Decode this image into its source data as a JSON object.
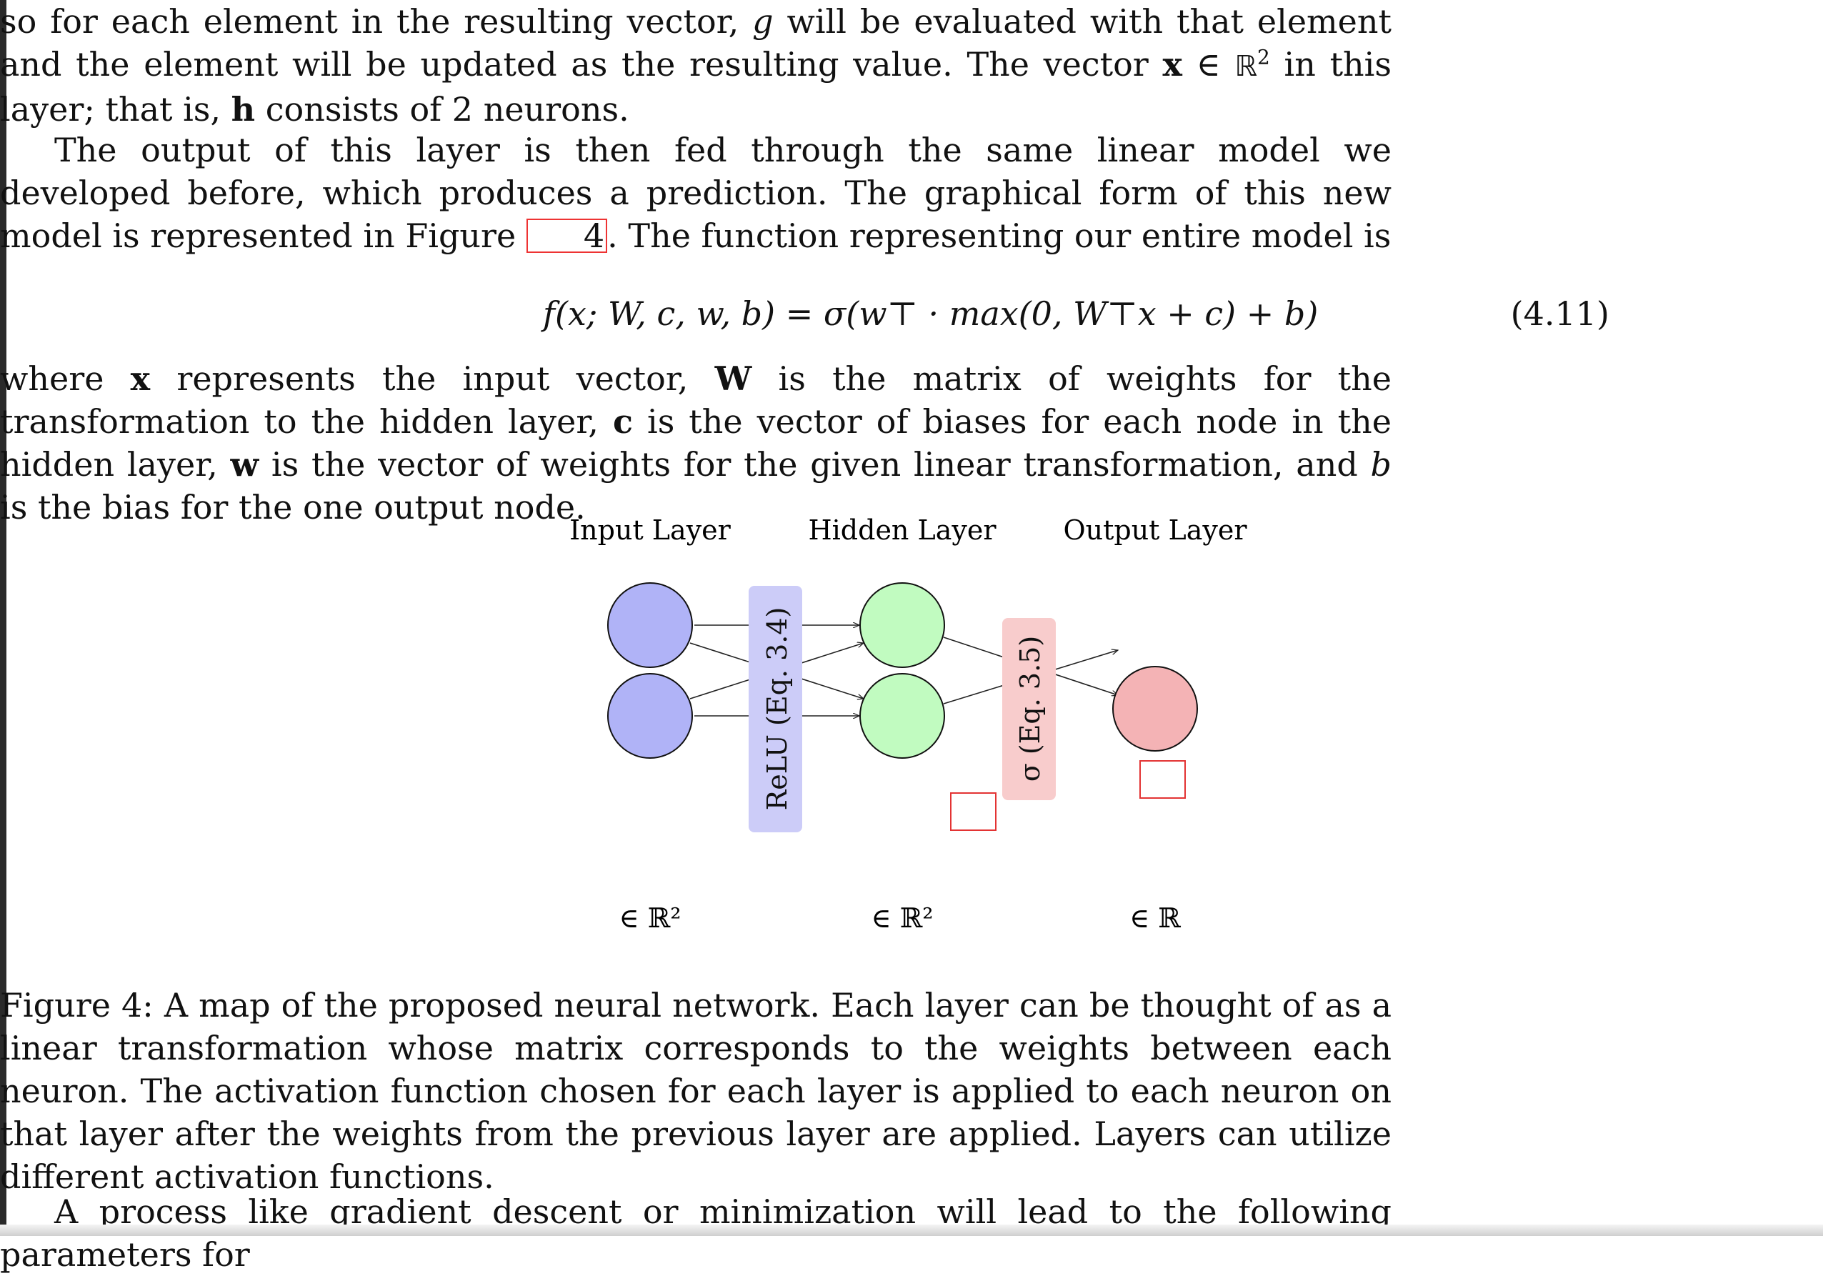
{
  "paragraph1": {
    "t1": "so for each element in the resulting vector, ",
    "g": "g",
    "t2": " will be evaluated with that element and the element will be updated as the resulting value. The vector ",
    "x": "x",
    "t3": " ∈ ",
    "R": "ℝ",
    "sup": "2",
    "t4": " in this layer; that is, ",
    "h": "h",
    "t5": " consists of 2 neurons."
  },
  "paragraph2": {
    "t1": "The output of this layer is then fed through the same linear model we developed before, which produces a prediction. The graphical form of this new model is represented in Figure ",
    "ref": "4",
    "t2": ". The function representing our entire model is"
  },
  "equation": {
    "expression": "f(x; W, c, w, b) = σ(w⊤ · max(0, W⊤x + c) + b)",
    "number": "(4.11)"
  },
  "paragraph3": {
    "t1": "where ",
    "x": "x",
    "t2": " represents the input vector, ",
    "W": "W",
    "t3": " is the matrix of weights for the transformation to the hidden layer, ",
    "c": "c",
    "t4": " is the vector of biases for each node in the hidden layer, ",
    "w": "w",
    "t5": " is the vector of weights for the given linear transformation, and ",
    "b": "b",
    "t6": " is the bias for the one output node."
  },
  "diagram": {
    "layers": [
      "Input Layer",
      "Hidden Layer",
      "Output Layer"
    ],
    "activations": [
      "ReLU (Eq. 3.4)",
      "σ (Eq. 3.5)"
    ],
    "dims": [
      "∈ ℝ²",
      "∈ ℝ²",
      "∈ ℝ"
    ],
    "colors": {
      "input": "#b0b3f7",
      "hidden": "#c1fbc0",
      "output": "#f4b3b5",
      "relu_band": "#ccccf8",
      "sigma_band": "#f8cccc",
      "link_box": "#e33333"
    }
  },
  "caption": {
    "text": "Figure 4: A map of the proposed neural network. Each layer can be thought of as a linear transformation whose matrix corresponds to the weights between each neuron. The activation function chosen for each layer is applied to each neuron on that layer after the weights from the previous layer are applied. Layers can utilize different activation functions."
  },
  "paragraph4": {
    "text": "A process like gradient descent or minimization will lead to the following parameters for"
  }
}
